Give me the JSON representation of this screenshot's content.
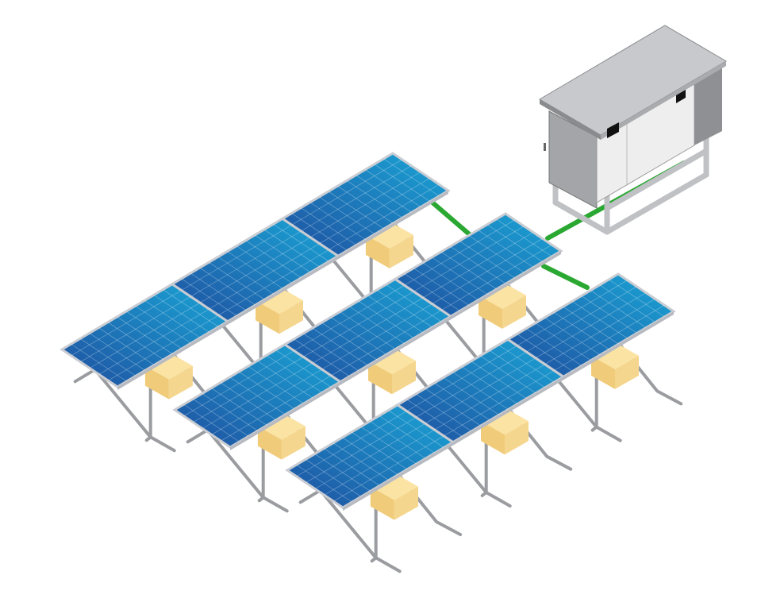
{
  "illustration": {
    "subject": "solar-array-with-inverter",
    "rows": 3,
    "modules_per_row": 3,
    "colors": {
      "panel_dark": "#1f4fa0",
      "panel_light": "#1aa6d6",
      "panel_frame": "#c9ccd2",
      "frame_metal": "#9a9ca0",
      "battery_top": "#fbe3a4",
      "battery_side": "#f0cc7a",
      "cable": "#2aa832",
      "cabinet_gray": "#a3a5a8",
      "cabinet_light": "#eeeeee",
      "cabinet_roof": "#c8c9cc"
    }
  }
}
